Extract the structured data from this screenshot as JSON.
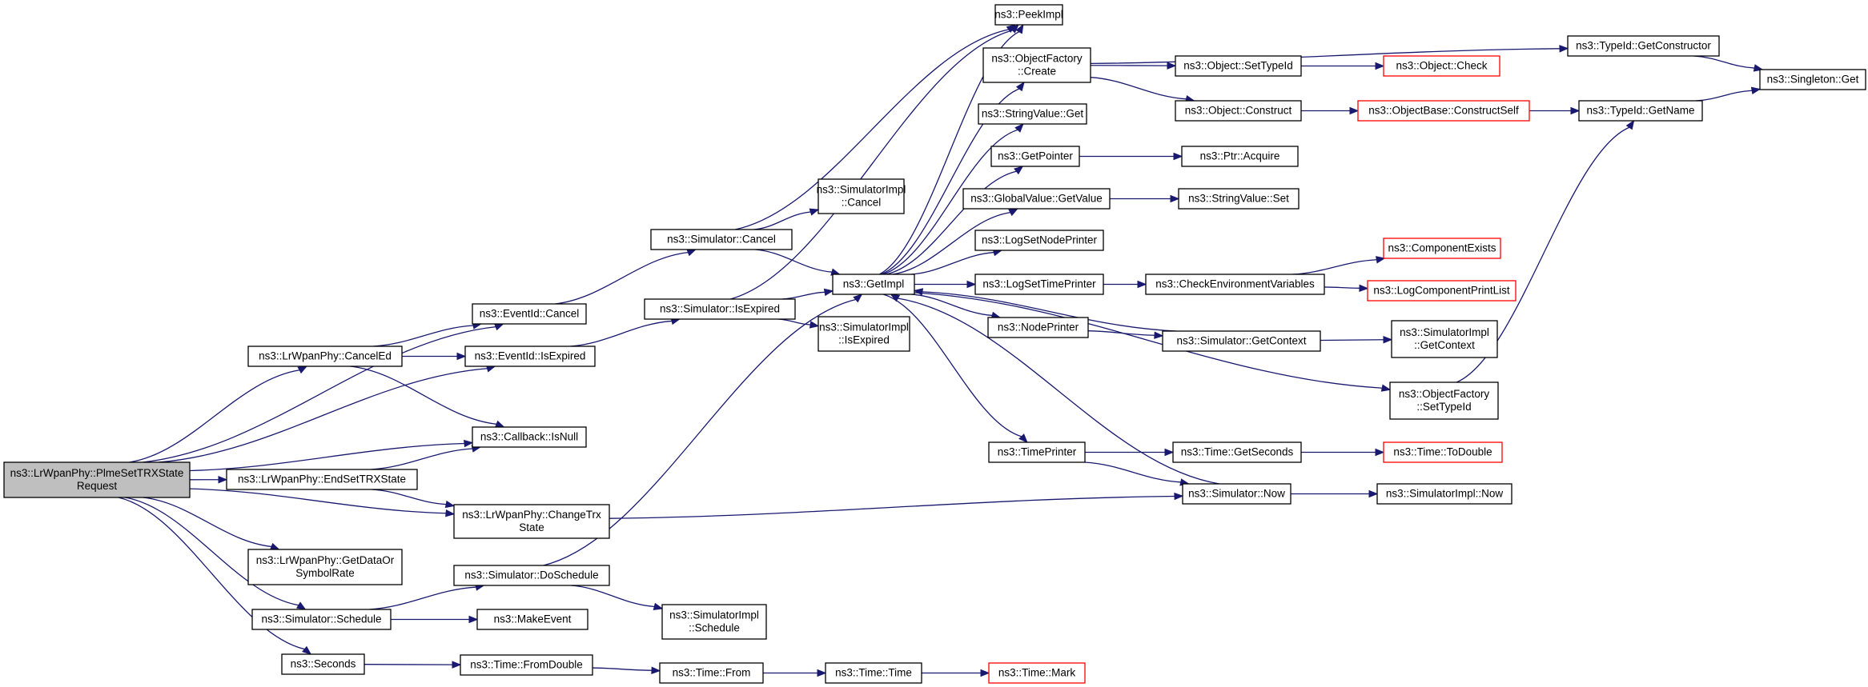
{
  "graph": {
    "title": "",
    "nodes": [
      {
        "id": "root",
        "lines": [
          "ns3::LrWpanPhy::PlmeSetTRXState",
          "Request"
        ],
        "kind": "root"
      },
      {
        "id": "cancelEd",
        "lines": [
          "ns3::LrWpanPhy::CancelEd"
        ]
      },
      {
        "id": "endSet",
        "lines": [
          "ns3::LrWpanPhy::EndSetTRXState"
        ]
      },
      {
        "id": "getDataOr",
        "lines": [
          "ns3::LrWpanPhy::GetDataOr",
          "SymbolRate"
        ]
      },
      {
        "id": "schedule",
        "lines": [
          "ns3::Simulator::Schedule"
        ]
      },
      {
        "id": "seconds",
        "lines": [
          "ns3::Seconds"
        ]
      },
      {
        "id": "evCancel",
        "lines": [
          "ns3::EventId::Cancel"
        ]
      },
      {
        "id": "evIsExpired",
        "lines": [
          "ns3::EventId::IsExpired"
        ]
      },
      {
        "id": "cbIsNull",
        "lines": [
          "ns3::Callback::IsNull"
        ]
      },
      {
        "id": "changeTrx",
        "lines": [
          "ns3::LrWpanPhy::ChangeTrx",
          "State"
        ]
      },
      {
        "id": "doSchedule",
        "lines": [
          "ns3::Simulator::DoSchedule"
        ]
      },
      {
        "id": "makeEvent",
        "lines": [
          "ns3::MakeEvent"
        ]
      },
      {
        "id": "fromDouble",
        "lines": [
          "ns3::Time::FromDouble"
        ]
      },
      {
        "id": "simCancel",
        "lines": [
          "ns3::Simulator::Cancel"
        ]
      },
      {
        "id": "simIsExpired",
        "lines": [
          "ns3::Simulator::IsExpired"
        ]
      },
      {
        "id": "simImplSchedule",
        "lines": [
          "ns3::SimulatorImpl",
          "::Schedule"
        ]
      },
      {
        "id": "timeFrom",
        "lines": [
          "ns3::Time::From"
        ]
      },
      {
        "id": "simImplCancel",
        "lines": [
          "ns3::SimulatorImpl",
          "::Cancel"
        ]
      },
      {
        "id": "getImpl",
        "lines": [
          "ns3::GetImpl"
        ]
      },
      {
        "id": "simImplIsExpired",
        "lines": [
          "ns3::SimulatorImpl",
          "::IsExpired"
        ]
      },
      {
        "id": "timeTime",
        "lines": [
          "ns3::Time::Time"
        ]
      },
      {
        "id": "peekImpl",
        "lines": [
          "ns3::PeekImpl"
        ]
      },
      {
        "id": "objFactCreate",
        "lines": [
          "ns3::ObjectFactory",
          "::Create"
        ]
      },
      {
        "id": "strValGet",
        "lines": [
          "ns3::StringValue::Get"
        ]
      },
      {
        "id": "getPointer",
        "lines": [
          "ns3::GetPointer"
        ]
      },
      {
        "id": "globalValGet",
        "lines": [
          "ns3::GlobalValue::GetValue"
        ]
      },
      {
        "id": "logSetNode",
        "lines": [
          "ns3::LogSetNodePrinter"
        ]
      },
      {
        "id": "logSetTime",
        "lines": [
          "ns3::LogSetTimePrinter"
        ]
      },
      {
        "id": "nodePrinter",
        "lines": [
          "ns3::NodePrinter"
        ]
      },
      {
        "id": "timePrinter",
        "lines": [
          "ns3::TimePrinter"
        ]
      },
      {
        "id": "timeMark",
        "lines": [
          "ns3::Time::Mark"
        ],
        "kind": "trunc"
      },
      {
        "id": "objSetTypeId",
        "lines": [
          "ns3::Object::SetTypeId"
        ]
      },
      {
        "id": "objConstruct",
        "lines": [
          "ns3::Object::Construct"
        ]
      },
      {
        "id": "ptrAcquire",
        "lines": [
          "ns3::Ptr::Acquire"
        ]
      },
      {
        "id": "strValSet",
        "lines": [
          "ns3::StringValue::Set"
        ]
      },
      {
        "id": "checkEnv",
        "lines": [
          "ns3::CheckEnvironmentVariables"
        ]
      },
      {
        "id": "simGetContext",
        "lines": [
          "ns3::Simulator::GetContext"
        ]
      },
      {
        "id": "timeGetSeconds",
        "lines": [
          "ns3::Time::GetSeconds"
        ]
      },
      {
        "id": "simNow",
        "lines": [
          "ns3::Simulator::Now"
        ]
      },
      {
        "id": "objCheck",
        "lines": [
          "ns3::Object::Check"
        ],
        "kind": "trunc"
      },
      {
        "id": "objBaseConstruct",
        "lines": [
          "ns3::ObjectBase::ConstructSelf"
        ],
        "kind": "trunc"
      },
      {
        "id": "compExists",
        "lines": [
          "ns3::ComponentExists"
        ],
        "kind": "trunc"
      },
      {
        "id": "logCompPrint",
        "lines": [
          "ns3::LogComponentPrintList"
        ],
        "kind": "trunc"
      },
      {
        "id": "simImplGetContext",
        "lines": [
          "ns3::SimulatorImpl",
          "::GetContext"
        ]
      },
      {
        "id": "objFactSetTypeId",
        "lines": [
          "ns3::ObjectFactory",
          "::SetTypeId"
        ]
      },
      {
        "id": "timeToDouble",
        "lines": [
          "ns3::Time::ToDouble"
        ],
        "kind": "trunc"
      },
      {
        "id": "simImplNow",
        "lines": [
          "ns3::SimulatorImpl::Now"
        ]
      },
      {
        "id": "typeIdGetCtor",
        "lines": [
          "ns3::TypeId::GetConstructor"
        ]
      },
      {
        "id": "typeIdGetName",
        "lines": [
          "ns3::TypeId::GetName"
        ]
      },
      {
        "id": "singletonGet",
        "lines": [
          "ns3::Singleton::Get"
        ]
      }
    ],
    "edges": [
      [
        "root",
        "evCancel"
      ],
      [
        "root",
        "cancelEd"
      ],
      [
        "root",
        "evIsExpired"
      ],
      [
        "root",
        "cbIsNull"
      ],
      [
        "root",
        "endSet"
      ],
      [
        "root",
        "changeTrx"
      ],
      [
        "root",
        "getDataOr"
      ],
      [
        "root",
        "schedule"
      ],
      [
        "root",
        "seconds"
      ],
      [
        "cancelEd",
        "evCancel"
      ],
      [
        "cancelEd",
        "evIsExpired"
      ],
      [
        "cancelEd",
        "cbIsNull"
      ],
      [
        "endSet",
        "cbIsNull"
      ],
      [
        "endSet",
        "changeTrx"
      ],
      [
        "changeTrx",
        "simNow"
      ],
      [
        "schedule",
        "doSchedule"
      ],
      [
        "schedule",
        "makeEvent"
      ],
      [
        "seconds",
        "fromDouble"
      ],
      [
        "evCancel",
        "simCancel"
      ],
      [
        "evIsExpired",
        "simIsExpired"
      ],
      [
        "doSchedule",
        "getImpl"
      ],
      [
        "doSchedule",
        "simImplSchedule"
      ],
      [
        "fromDouble",
        "timeFrom"
      ],
      [
        "timeFrom",
        "timeTime"
      ],
      [
        "timeTime",
        "timeMark"
      ],
      [
        "simCancel",
        "peekImpl"
      ],
      [
        "simCancel",
        "simImplCancel"
      ],
      [
        "simCancel",
        "getImpl"
      ],
      [
        "simIsExpired",
        "peekImpl"
      ],
      [
        "simIsExpired",
        "getImpl"
      ],
      [
        "simIsExpired",
        "simImplIsExpired"
      ],
      [
        "getImpl",
        "peekImpl"
      ],
      [
        "getImpl",
        "objFactCreate"
      ],
      [
        "getImpl",
        "strValGet"
      ],
      [
        "getImpl",
        "getPointer"
      ],
      [
        "getImpl",
        "globalValGet"
      ],
      [
        "getImpl",
        "logSetNode"
      ],
      [
        "getImpl",
        "logSetTime"
      ],
      [
        "getImpl",
        "nodePrinter"
      ],
      [
        "getImpl",
        "timePrinter"
      ],
      [
        "getImpl",
        "objFactSetTypeId"
      ],
      [
        "simGetContext",
        "getImpl"
      ],
      [
        "simNow",
        "getImpl"
      ],
      [
        "objFactCreate",
        "typeIdGetCtor"
      ],
      [
        "objFactCreate",
        "objSetTypeId"
      ],
      [
        "objFactCreate",
        "objConstruct"
      ],
      [
        "objSetTypeId",
        "objCheck"
      ],
      [
        "objConstruct",
        "objBaseConstruct"
      ],
      [
        "objBaseConstruct",
        "typeIdGetName"
      ],
      [
        "typeIdGetCtor",
        "singletonGet"
      ],
      [
        "typeIdGetName",
        "singletonGet"
      ],
      [
        "getPointer",
        "ptrAcquire"
      ],
      [
        "globalValGet",
        "strValSet"
      ],
      [
        "logSetTime",
        "checkEnv"
      ],
      [
        "checkEnv",
        "compExists"
      ],
      [
        "checkEnv",
        "logCompPrint"
      ],
      [
        "nodePrinter",
        "simGetContext"
      ],
      [
        "simGetContext",
        "simImplGetContext"
      ],
      [
        "timePrinter",
        "timeGetSeconds"
      ],
      [
        "timePrinter",
        "simNow"
      ],
      [
        "timeGetSeconds",
        "timeToDouble"
      ],
      [
        "simNow",
        "simImplNow"
      ],
      [
        "objFactSetTypeId",
        "typeIdGetName"
      ]
    ]
  }
}
